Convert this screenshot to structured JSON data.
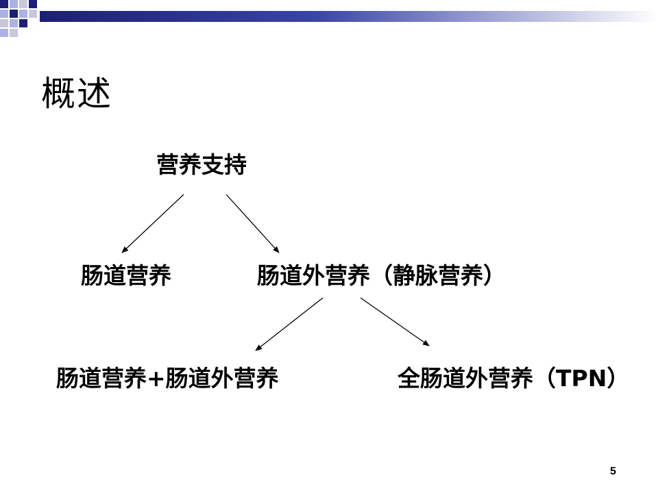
{
  "slide": {
    "title": "概述",
    "page_number": "5"
  },
  "tree": {
    "root": "营养支持",
    "enteral": "肠道营养",
    "parenteral": "肠道外营养（静脉营养）",
    "combined": "肠道营养+肠道外营养",
    "tpn": "全肠道外营养（TPN）"
  },
  "colors": {
    "deco_navy": "#1c1f73",
    "deco_blue": "#3a45a8",
    "deco_light": "#aab2e6",
    "deco_gray": "#c8c8d8"
  }
}
